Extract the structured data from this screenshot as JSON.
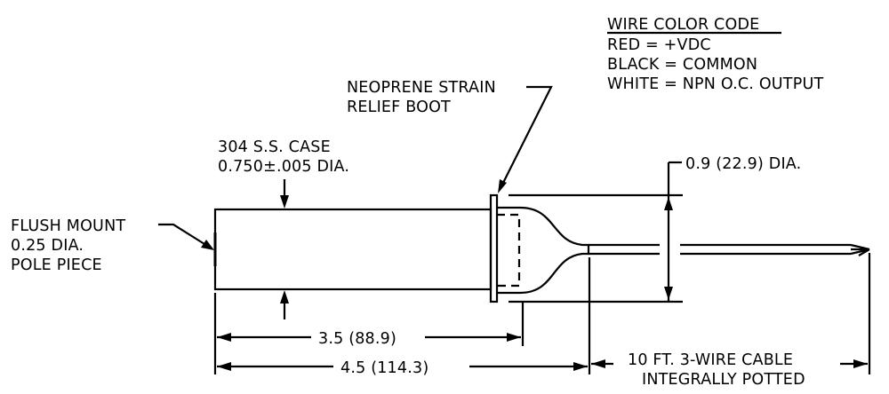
{
  "wire_color_code": {
    "title": "WIRE COLOR CODE",
    "red": "RED = +VDC",
    "black": "BLACK = COMMON",
    "white": "WHITE = NPN O.C. OUTPUT"
  },
  "labels": {
    "boot_line1": "NEOPRENE STRAIN",
    "boot_line2": "RELIEF BOOT",
    "case_line1": "304 S.S. CASE",
    "case_line2": "0.750±.005 DIA.",
    "pole_line1": "FLUSH MOUNT",
    "pole_line2": "0.25 DIA.",
    "pole_line3": "POLE PIECE",
    "cable_dia": "0.9 (22.9) DIA.",
    "cable_line1": "10 FT. 3-WIRE CABLE",
    "cable_line2": "INTEGRALLY POTTED"
  },
  "dimensions": {
    "case_length": "3.5 (88.9)",
    "overall_length": "4.5 (114.3)"
  }
}
